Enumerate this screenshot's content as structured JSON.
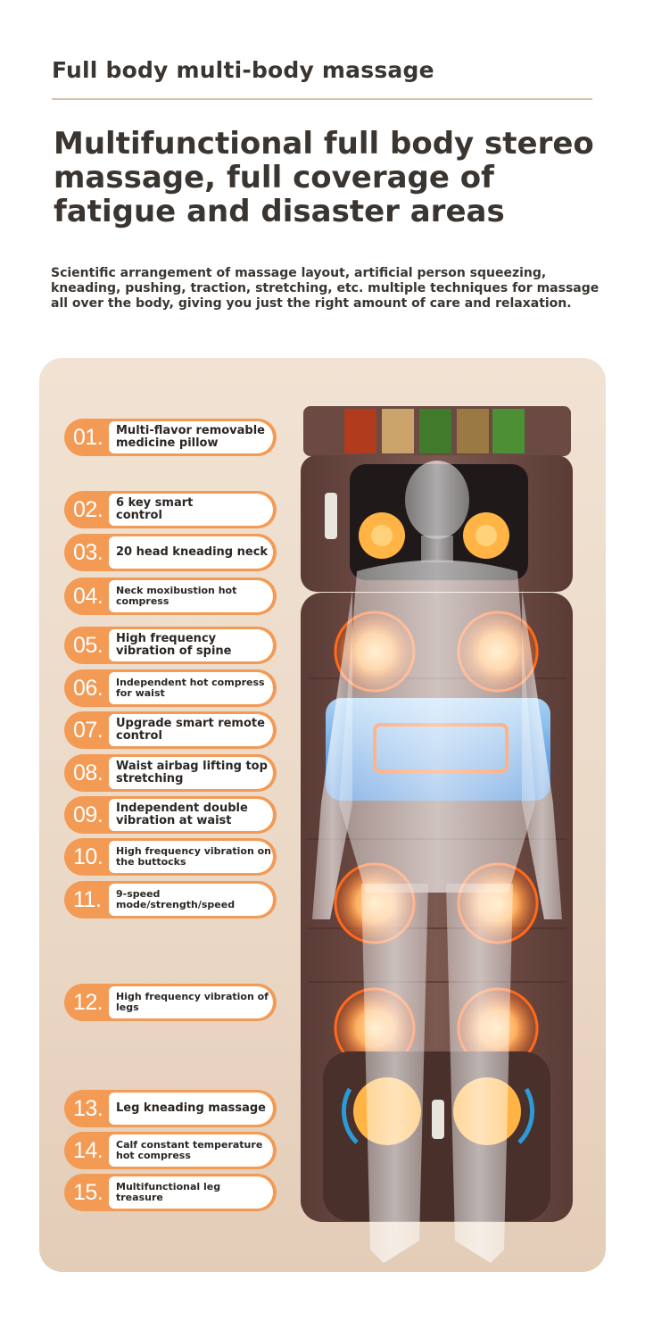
{
  "header": {
    "section_title": "Full body multi-body massage",
    "headline": "Multifunctional full body stereo massage, full coverage of fatigue and disaster areas",
    "description": "Scientific arrangement of massage layout, artificial person squeezing, kneading, pushing, traction, stretching, etc. multiple techniques for massage all over the body, giving you just the right amount of care and relaxation."
  },
  "features": [
    {
      "num": "01.",
      "label": "Multi-flavor removable medicine pillow"
    },
    {
      "num": "02.",
      "label": "6 key smart control"
    },
    {
      "num": "03.",
      "label": "20 head kneading neck"
    },
    {
      "num": "04.",
      "label": "Neck moxibustion hot compress"
    },
    {
      "num": "05.",
      "label": "High frequency vibration of spine"
    },
    {
      "num": "06.",
      "label": "Independent hot compress for waist"
    },
    {
      "num": "07.",
      "label": "Upgrade smart remote control"
    },
    {
      "num": "08.",
      "label": "Waist airbag lifting top stretching"
    },
    {
      "num": "09.",
      "label": "Independent double vibration at waist"
    },
    {
      "num": "10.",
      "label": "High frequency vibration on the buttocks"
    },
    {
      "num": "11.",
      "label": "9-speed mode/strength/speed"
    },
    {
      "num": "12.",
      "label": "High frequency vibration of legs"
    },
    {
      "num": "13.",
      "label": "Leg kneading massage"
    },
    {
      "num": "14.",
      "label": "Calf constant temperature hot compress"
    },
    {
      "num": "15.",
      "label": "Multifunctional leg treasure"
    }
  ],
  "colors": {
    "accent": "#f39a55",
    "text": "#3a3530",
    "panel": "#ecdac8",
    "mat": "#6e4d45",
    "heat": "#ff6a1a"
  }
}
